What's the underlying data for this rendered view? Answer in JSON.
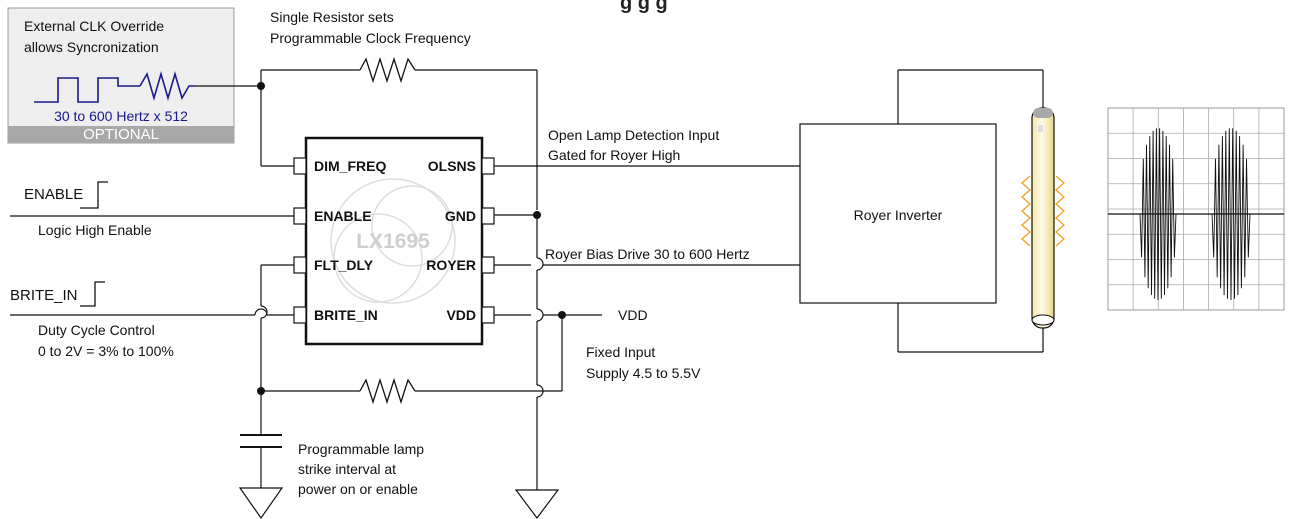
{
  "title_fragment": "g  g  g",
  "optional_box": {
    "line1": "External CLK Override",
    "line2": "allows Syncronization",
    "freq_label": "30 to 600 Hertz x 512",
    "footer": "OPTIONAL"
  },
  "resistor_top_note": {
    "line1": "Single Resistor sets",
    "line2": "Programmable Clock Frequency"
  },
  "chip": {
    "part_number": "LX1695",
    "left_pins": [
      "DIM_FREQ",
      "ENABLE",
      "FLT_DLY",
      "BRITE_IN"
    ],
    "right_pins": [
      "OLSNS",
      "GND",
      "ROYER",
      "VDD"
    ]
  },
  "inputs": {
    "enable_label": "ENABLE",
    "enable_note": "Logic High Enable",
    "brite_label": "BRITE_IN",
    "brite_note_line1": "Duty Cycle Control",
    "brite_note_line2": "0 to 2V = 3% to 100%"
  },
  "signals": {
    "olsns_line1": "Open Lamp Detection Input",
    "olsns_line2": "Gated for Royer High",
    "royer_note": "Royer Bias Drive 30 to 600 Hertz",
    "vdd_label": "VDD",
    "vdd_note_line1": "Fixed Input",
    "vdd_note_line2": "Supply 4.5 to 5.5V"
  },
  "capacitor_note": {
    "line1": "Programmable lamp",
    "line2": "strike interval at",
    "line3": "power on or enable"
  },
  "inverter_label": "Royer Inverter",
  "colors": {
    "box_fill": "#eeeeee",
    "wave_blue": "#1a1a8c",
    "optional_band": "#a8a8a8",
    "arc_orange": "#f0a020",
    "lamp_fill": "#fff8d6"
  }
}
